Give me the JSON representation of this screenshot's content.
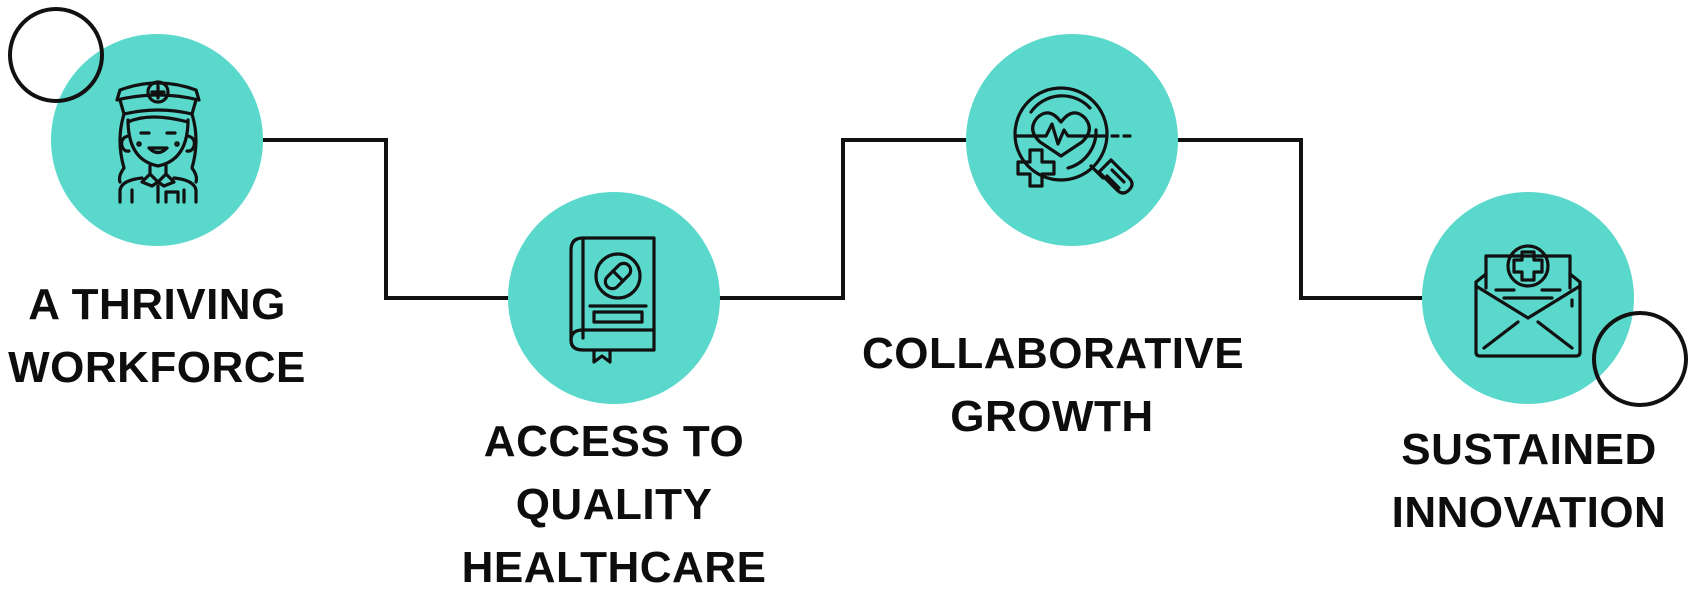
{
  "accent_color": "#5ad8cc",
  "line_color": "#111111",
  "steps": [
    {
      "icon": "nurse-icon",
      "label_lines": [
        "A THRIVING",
        "WORKFORCE"
      ]
    },
    {
      "icon": "medical-book-icon",
      "label_lines": [
        "ACCESS TO",
        "QUALITY",
        "HEALTHCARE"
      ]
    },
    {
      "icon": "heart-magnifier-icon",
      "label_lines": [
        "COLLABORATIVE",
        "GROWTH"
      ]
    },
    {
      "icon": "medical-envelope-icon",
      "label_lines": [
        "SUSTAINED",
        "INNOVATION"
      ]
    }
  ]
}
